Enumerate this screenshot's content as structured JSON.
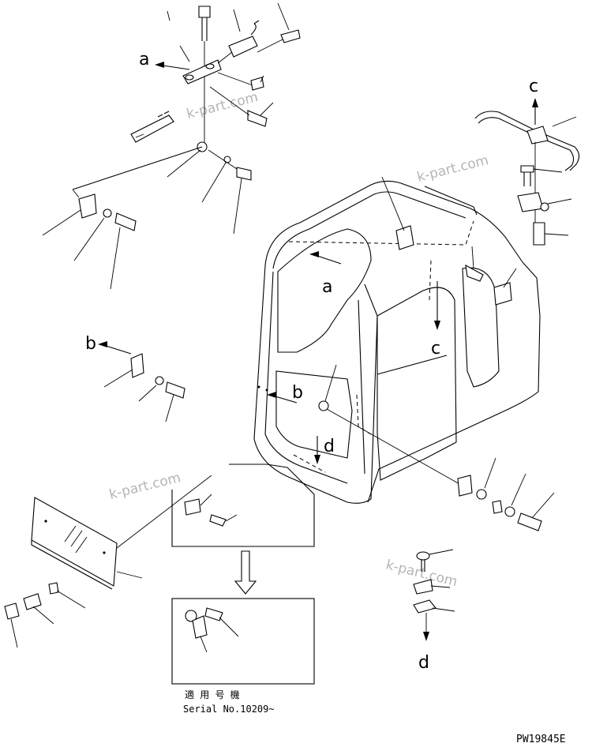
{
  "callouts": {
    "a": "a",
    "b": "b",
    "c": "c",
    "d": "d"
  },
  "watermark": "k-part.com",
  "serial_note": {
    "jp": "適 用 号 機",
    "serial": "Serial No.10209~"
  },
  "drawing_code": "PW19845E"
}
